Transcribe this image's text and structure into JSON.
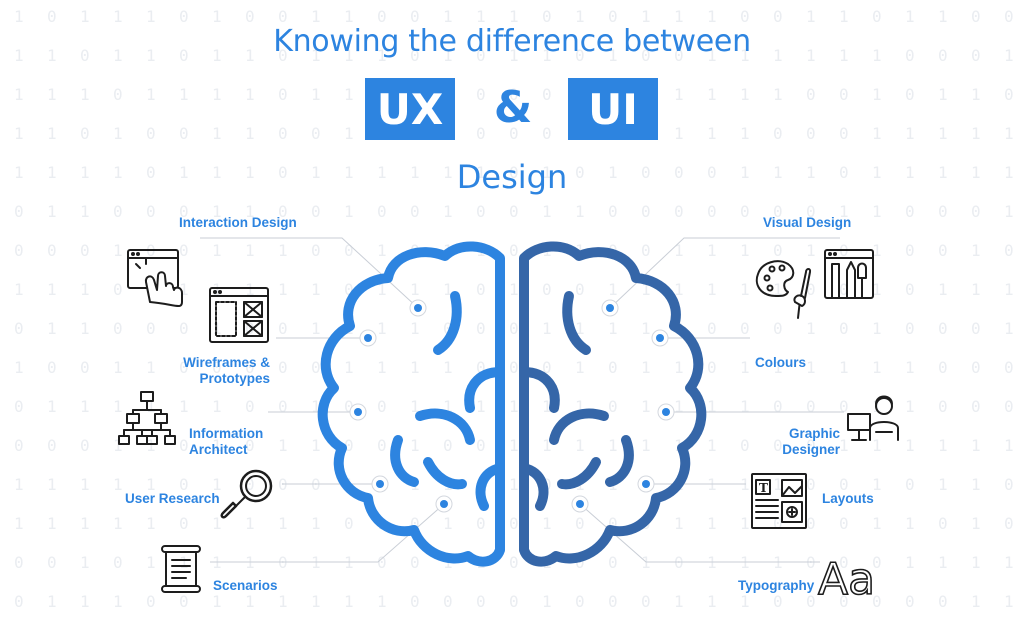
{
  "header": {
    "headline": "Knowing the difference between",
    "badge_left": "UX",
    "ampersand": "&",
    "badge_right": "UI",
    "subtitle": "Design"
  },
  "ux_items": [
    {
      "label": "Interaction Design",
      "icon": "hand-click-icon"
    },
    {
      "label": "Wireframes & Prototypes",
      "line1": "Wireframes &",
      "line2": "Prototypes",
      "icon": "wireframe-icon"
    },
    {
      "label": "Information Architect",
      "line1": "Information",
      "line2": "Architect",
      "icon": "sitemap-icon"
    },
    {
      "label": "User Research",
      "icon": "magnifier-icon"
    },
    {
      "label": "Scenarios",
      "icon": "scroll-icon"
    }
  ],
  "ui_items": [
    {
      "label": "Visual Design",
      "icon": "design-tools-icon"
    },
    {
      "label": "Colours",
      "icon": "palette-icon"
    },
    {
      "label": "Graphic Designer",
      "line1": "Graphic",
      "line2": "Designer",
      "icon": "designer-icon"
    },
    {
      "label": "Layouts",
      "icon": "layout-icon"
    },
    {
      "label": "Typography",
      "icon": "typography-icon"
    }
  ],
  "typography_icon_text": "Aa",
  "colors": {
    "accent": "#2d84e0",
    "brain_left": "#2d84e0",
    "brain_right": "#3566a8",
    "connector": "#c9ced6",
    "icon_stroke": "#1d1d1d",
    "pattern": "#eaedf1"
  }
}
